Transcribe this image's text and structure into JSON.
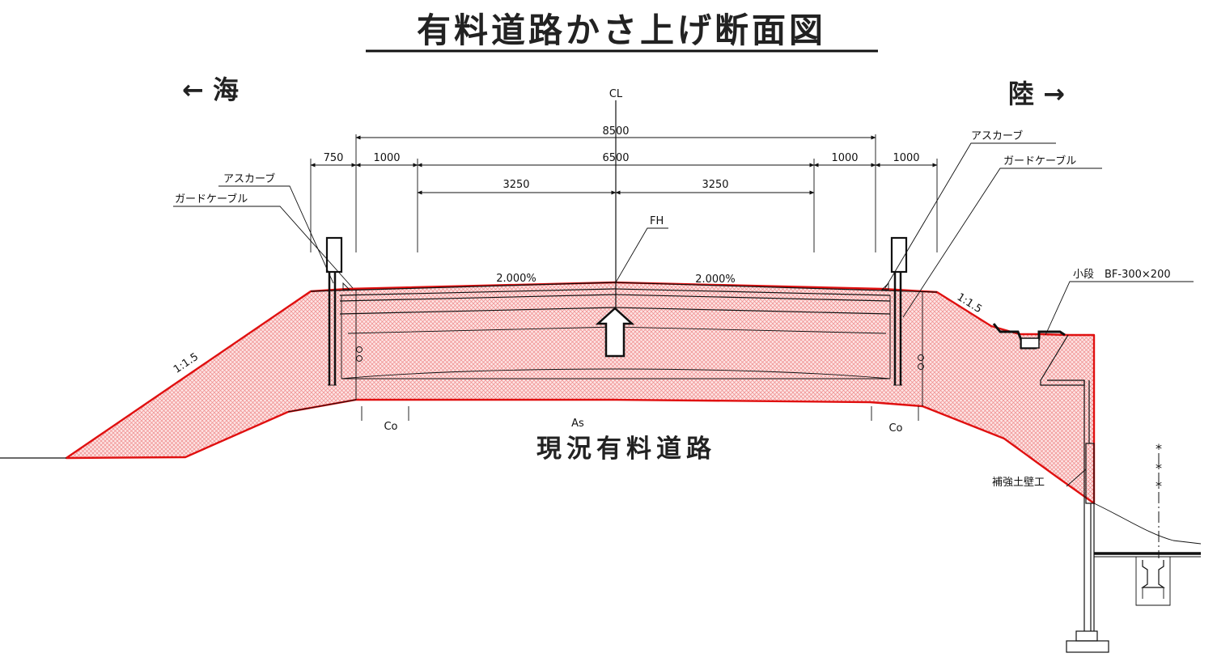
{
  "title": "有料道路かさ上げ断面図",
  "direction": {
    "sea": "← 海",
    "land": "陸 →"
  },
  "centerline": "CL",
  "dimensions": {
    "total": "8500",
    "carriageway": "6500",
    "left_outer": "750",
    "left_shoulder": "1000",
    "right_shoulder": "1000",
    "right_outer": "1000",
    "half_left": "3250",
    "half_right": "3250"
  },
  "slopes": {
    "crossfall_left": "2.000%",
    "crossfall_right": "2.000%",
    "embankment_left": "1:1.5",
    "embankment_right": "1:1.5"
  },
  "labels": {
    "fh": "FH",
    "as_curb_left": "アスカーブ",
    "guard_cable_left": "ガードケーブル",
    "as_curb_right": "アスカーブ",
    "guard_cable_right": "ガードケーブル",
    "small_berm": "小段　BF-300×200",
    "reinforced_wall": "補強土壁工",
    "existing_road": "現況有料道路",
    "as_layer": "As",
    "co_left": "Co",
    "co_right": "Co"
  },
  "colors": {
    "fill_hatch": "#f08a8a",
    "outline": "#e01010",
    "ink": "#111111"
  }
}
